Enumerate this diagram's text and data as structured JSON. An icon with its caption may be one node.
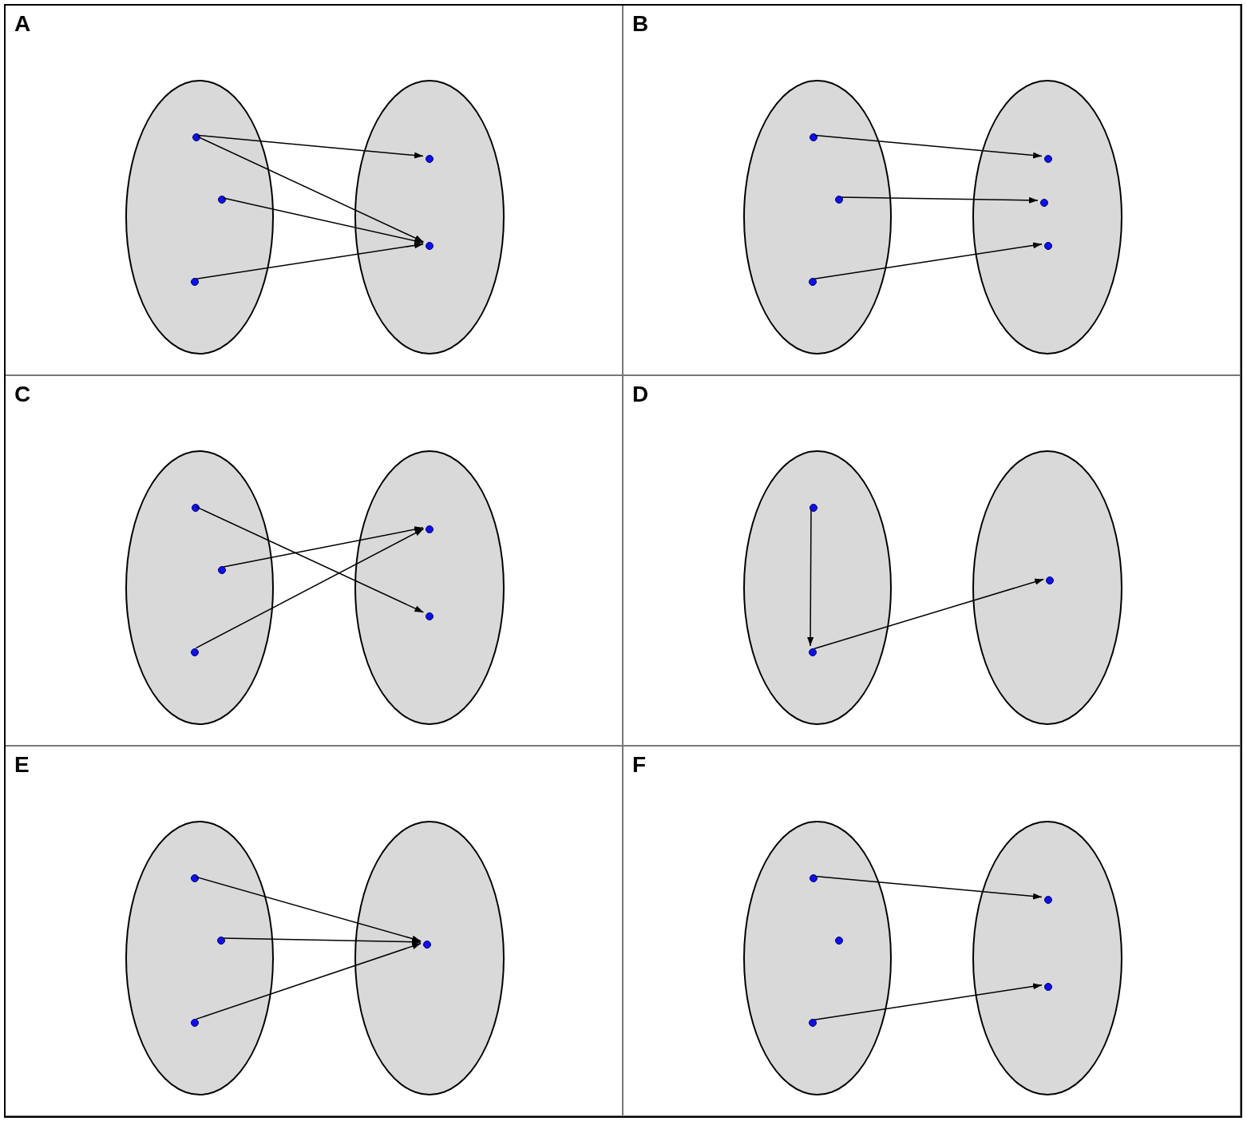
{
  "diagram": {
    "nodes": [
      {
        "text": [
          "A"
        ]
      },
      {
        "text": [],
        "shape": "ellipse",
        "in": 0
      },
      {
        "text": [],
        "shape": "ellipse",
        "in": 0
      },
      {
        "text": [],
        "shape": "circle",
        "in": 1
      },
      {
        "text": [],
        "shape": "circle",
        "in": 1
      },
      {
        "text": [],
        "shape": "circle",
        "in": 1
      },
      {
        "text": [],
        "shape": "circle",
        "in": 2
      },
      {
        "text": [],
        "shape": "circle",
        "in": 2
      },
      {
        "text": [
          "B"
        ]
      },
      {
        "text": [],
        "shape": "ellipse",
        "in": 8
      },
      {
        "text": [],
        "shape": "ellipse",
        "in": 8
      },
      {
        "text": [],
        "shape": "circle",
        "in": 9
      },
      {
        "text": [],
        "shape": "circle",
        "in": 9
      },
      {
        "text": [],
        "shape": "circle",
        "in": 9
      },
      {
        "text": [],
        "shape": "circle",
        "in": 10
      },
      {
        "text": [],
        "shape": "circle",
        "in": 10
      },
      {
        "text": [],
        "shape": "circle",
        "in": 10
      },
      {
        "text": [
          "C"
        ]
      },
      {
        "text": [],
        "shape": "ellipse",
        "in": 17
      },
      {
        "text": [],
        "shape": "ellipse",
        "in": 17
      },
      {
        "text": [],
        "shape": "circle",
        "in": 18
      },
      {
        "text": [],
        "shape": "circle",
        "in": 18
      },
      {
        "text": [],
        "shape": "circle",
        "in": 18
      },
      {
        "text": [],
        "shape": "circle",
        "in": 19
      },
      {
        "text": [],
        "shape": "circle",
        "in": 19
      },
      {
        "text": [
          "D"
        ]
      },
      {
        "text": [],
        "shape": "ellipse",
        "in": 25
      },
      {
        "text": [],
        "shape": "ellipse",
        "in": 25
      },
      {
        "text": [],
        "shape": "circle",
        "in": 26
      },
      {
        "text": [],
        "shape": "circle",
        "in": 26
      },
      {
        "text": [],
        "shape": "circle",
        "in": 27
      },
      {
        "text": [
          "E"
        ]
      },
      {
        "text": [],
        "shape": "ellipse",
        "in": 31
      },
      {
        "text": [],
        "shape": "ellipse",
        "in": 31
      },
      {
        "text": [],
        "shape": "circle",
        "in": 32
      },
      {
        "text": [],
        "shape": "circle",
        "in": 32
      },
      {
        "text": [],
        "shape": "circle",
        "in": 32
      },
      {
        "text": [],
        "shape": "circle",
        "in": 33
      },
      {
        "text": [
          "F"
        ]
      },
      {
        "text": [],
        "shape": "ellipse",
        "in": 38
      },
      {
        "text": [],
        "shape": "ellipse",
        "in": 38
      },
      {
        "text": [],
        "shape": "circle",
        "in": 39
      },
      {
        "text": [],
        "shape": "circle",
        "in": 39
      },
      {
        "text": [],
        "shape": "circle",
        "in": 39
      },
      {
        "text": [],
        "shape": "circle",
        "in": 40
      },
      {
        "text": [],
        "shape": "circle",
        "in": 40
      }
    ],
    "edges": [
      {
        "from": 3,
        "to": 6,
        "arrow": "to"
      },
      {
        "from": 3,
        "to": 7,
        "arrow": "to"
      },
      {
        "from": 4,
        "to": 7,
        "arrow": "to"
      },
      {
        "from": 5,
        "to": 7,
        "arrow": "to"
      },
      {
        "from": 11,
        "to": 14,
        "arrow": "to"
      },
      {
        "from": 12,
        "to": 15,
        "arrow": "to"
      },
      {
        "from": 13,
        "to": 16,
        "arrow": "to"
      },
      {
        "from": 20,
        "to": 24,
        "arrow": "to"
      },
      {
        "from": 21,
        "to": 23,
        "arrow": "to"
      },
      {
        "from": 22,
        "to": 23,
        "arrow": "to"
      },
      {
        "from": 28,
        "to": 29,
        "arrow": "to"
      },
      {
        "from": 29,
        "to": 30,
        "arrow": "to"
      },
      {
        "from": 34,
        "to": 37,
        "arrow": "to"
      },
      {
        "from": 35,
        "to": 37,
        "arrow": "to"
      },
      {
        "from": 36,
        "to": 37,
        "arrow": "to"
      },
      {
        "from": 41,
        "to": 44,
        "arrow": "to"
      },
      {
        "from": 43,
        "to": 45,
        "arrow": "to"
      }
    ]
  }
}
